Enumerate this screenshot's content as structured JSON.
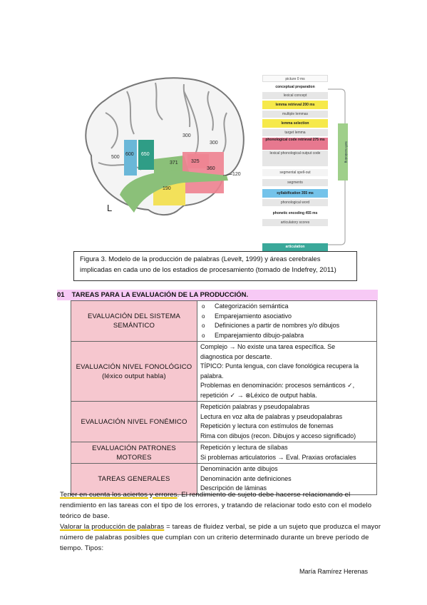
{
  "figure": {
    "brain_labels": {
      "r500": "500",
      "r600": "600",
      "r650": "650",
      "r300a": "300",
      "r300b": "300",
      "r371": "371",
      "r325": "325",
      "r360": "360",
      "r190": "190",
      "r120": "120",
      "hemisphere": "L"
    },
    "flow": {
      "picture": "picture   0 ms",
      "conceptual_preparation": "conceptual preparation",
      "lexical_concept": "lexical concept",
      "lemma_retrieval": "lemma retrieval   200 ms",
      "multiple_lemmas": "multiple lemmas",
      "lemma_selection": "lemma selection",
      "target_lemma": "target lemma",
      "phonological_code_retrieval": "phonological code retrieval 275 ms",
      "lexical_phonological_output_code": "lexical phonological output code",
      "segmental_spellout": "segmental spell-out",
      "segments": "segments",
      "syllabification": "syllabification  355 ms",
      "phonological_word": "phonological word",
      "phonetic_encoding": "phonetic encoding  455 ms",
      "articulatory_scores": "articulatory scores",
      "articulation": "articulation",
      "self_monitoring": "Self-monitoring"
    },
    "caption": "Figura 3. Modelo de la producción de palabras (Levelt, 1999) y áreas cerebrales implicadas en cada uno de los estadios de procesamiento (tomado de Indefrey, 2011)"
  },
  "section": {
    "number": "01",
    "title": "TAREAS PARA LA EVALUACIÓN DE LA PRODUCCIÓN."
  },
  "table": {
    "rows": [
      {
        "label": "EVALUACIÓN DEL SISTEMA SEMÁNTICO",
        "bullets": [
          "Categorización semántica",
          "Emparejamiento asociativo",
          "Definiciones a partir de nombres y/o dibujos",
          "Emparejamiento dibujo-palabra"
        ]
      },
      {
        "label": "EVALUACIÓN NIVEL FONOLÓGICO (léxico output habla)",
        "lines": [
          "Complejo → No existe una tarea específica. Se",
          "diagnostica por descarte.",
          "TÍPICO: Punta lengua, con clave fonológica recupera la",
          "palabra.",
          "Problemas en denominación: procesos semánticos ✓,",
          "repetición ✓ → ⊗Léxico de output habla."
        ]
      },
      {
        "label": "EVALUACIÓN NIVEL FONÉMICO",
        "lines": [
          "Repetición palabras y pseudopalabras",
          "Lectura en voz alta de palabras y pseudopalabras",
          "Repetición y lectura con estímulos de fonemas",
          "Rima con dibujos (recon. Dibujos y acceso significado)"
        ]
      },
      {
        "label": "EVALUACIÓN PATRONES MOTORES",
        "lines": [
          "Repetición y lectura de sílabas",
          "Si problemas articulatorios → Eval. Praxias orofaciales"
        ]
      },
      {
        "label": "TAREAS GENERALES",
        "lines": [
          "Denominación ante dibujos",
          "Denominación ante definiciones",
          "Descripción de láminas"
        ]
      }
    ]
  },
  "body": {
    "p1_underlined": "Tener en cuenta los aciertos y errores",
    "p1_rest": ". El rendimiento de sujeto debe hacerse relacionando el rendimiento en las tareas con el tipo de los errores, y tratando de relacionar todo esto con el modelo teórico de base.",
    "p2_underlined": "Valorar la producción de palabras",
    "p2_rest": " = tareas de fluidez verbal, se pide a un sujeto que produzca el mayor número de palabras posibles que cumplan con un criterio determinado durante un breve período de tiempo. Tipos:"
  },
  "footer": {
    "author": "María Ramírez Herenas"
  }
}
